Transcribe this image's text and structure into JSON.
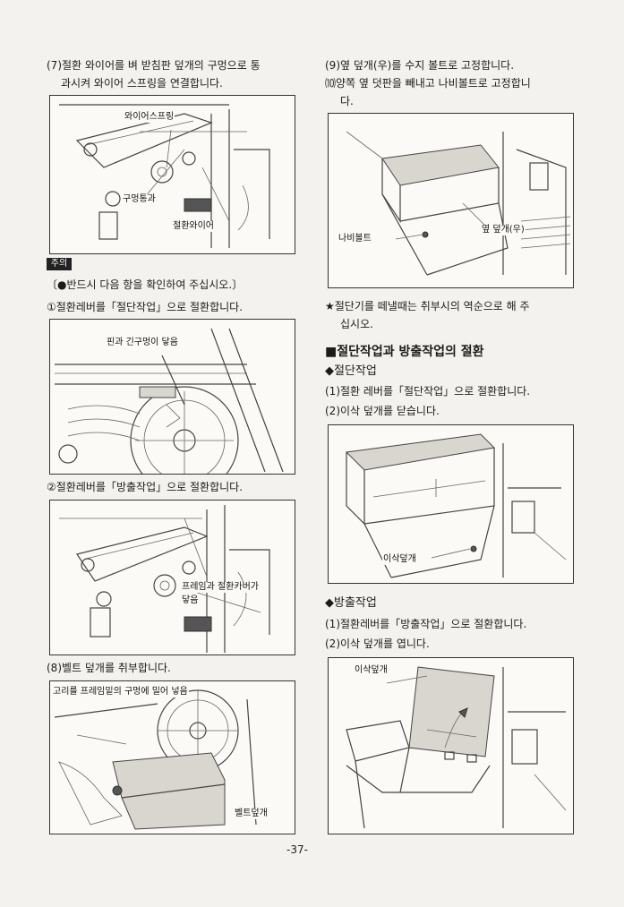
{
  "left": {
    "step7_line1": "(7)절환 와이어를 벼 받침판 덮개의 구멍으로 통",
    "step7_line2": "과시켜 와이어 스프링을 연결합니다.",
    "fig1_labels": [
      "와이어스프링",
      "구멍통과",
      "절환와이어"
    ],
    "warn_badge": "주의",
    "warn_note": "〔●반드시 다음 항을 확인하여 주십시오.〕",
    "step_a": "①절환레버를「절단작업」으로 절환합니다.",
    "fig2_label": "핀과 긴구멍이 닿음",
    "step_b": "②절환레버를「방출작업」으로 절환합니다.",
    "fig3_label_line1": "프레임과 절환카버가",
    "fig3_label_line2": "닿음",
    "step8": "(8)벨트 덮개를 취부합니다.",
    "fig4_labels": [
      "고리를 프레임밑의 구멍에 밀어 넣음",
      "벨트덮개"
    ]
  },
  "right": {
    "step9": "(9)옆 덮개(우)를 수지 볼트로 고정합니다.",
    "step10_line1": "⑽양쪽 옆 덧판을 빼내고 나비볼트로 고정합니",
    "step10_line2": "다.",
    "fig5_labels": [
      "나비볼트",
      "옆 덮개(우)"
    ],
    "star_note_line1": "★절단기를 떼낼때는 취부시의 역순으로 해 주",
    "star_note_line2": "십시오.",
    "section_title": "■절단작업과 방출작업의 절환",
    "sub_cut": "◆절단작업",
    "cut_step1": "(1)절환 레버를「절단작업」으로 절환합니다.",
    "cut_step2": "(2)이삭 덮개를 닫습니다.",
    "fig6_label": "이삭덮개",
    "sub_discharge": "◆방출작업",
    "dis_step1": "(1)절환레버를「방출작업」으로 절환합니다.",
    "dis_step2": "(2)이삭 덮개를 엽니다.",
    "fig7_label": "이삭덮개"
  },
  "footer": "-37-"
}
